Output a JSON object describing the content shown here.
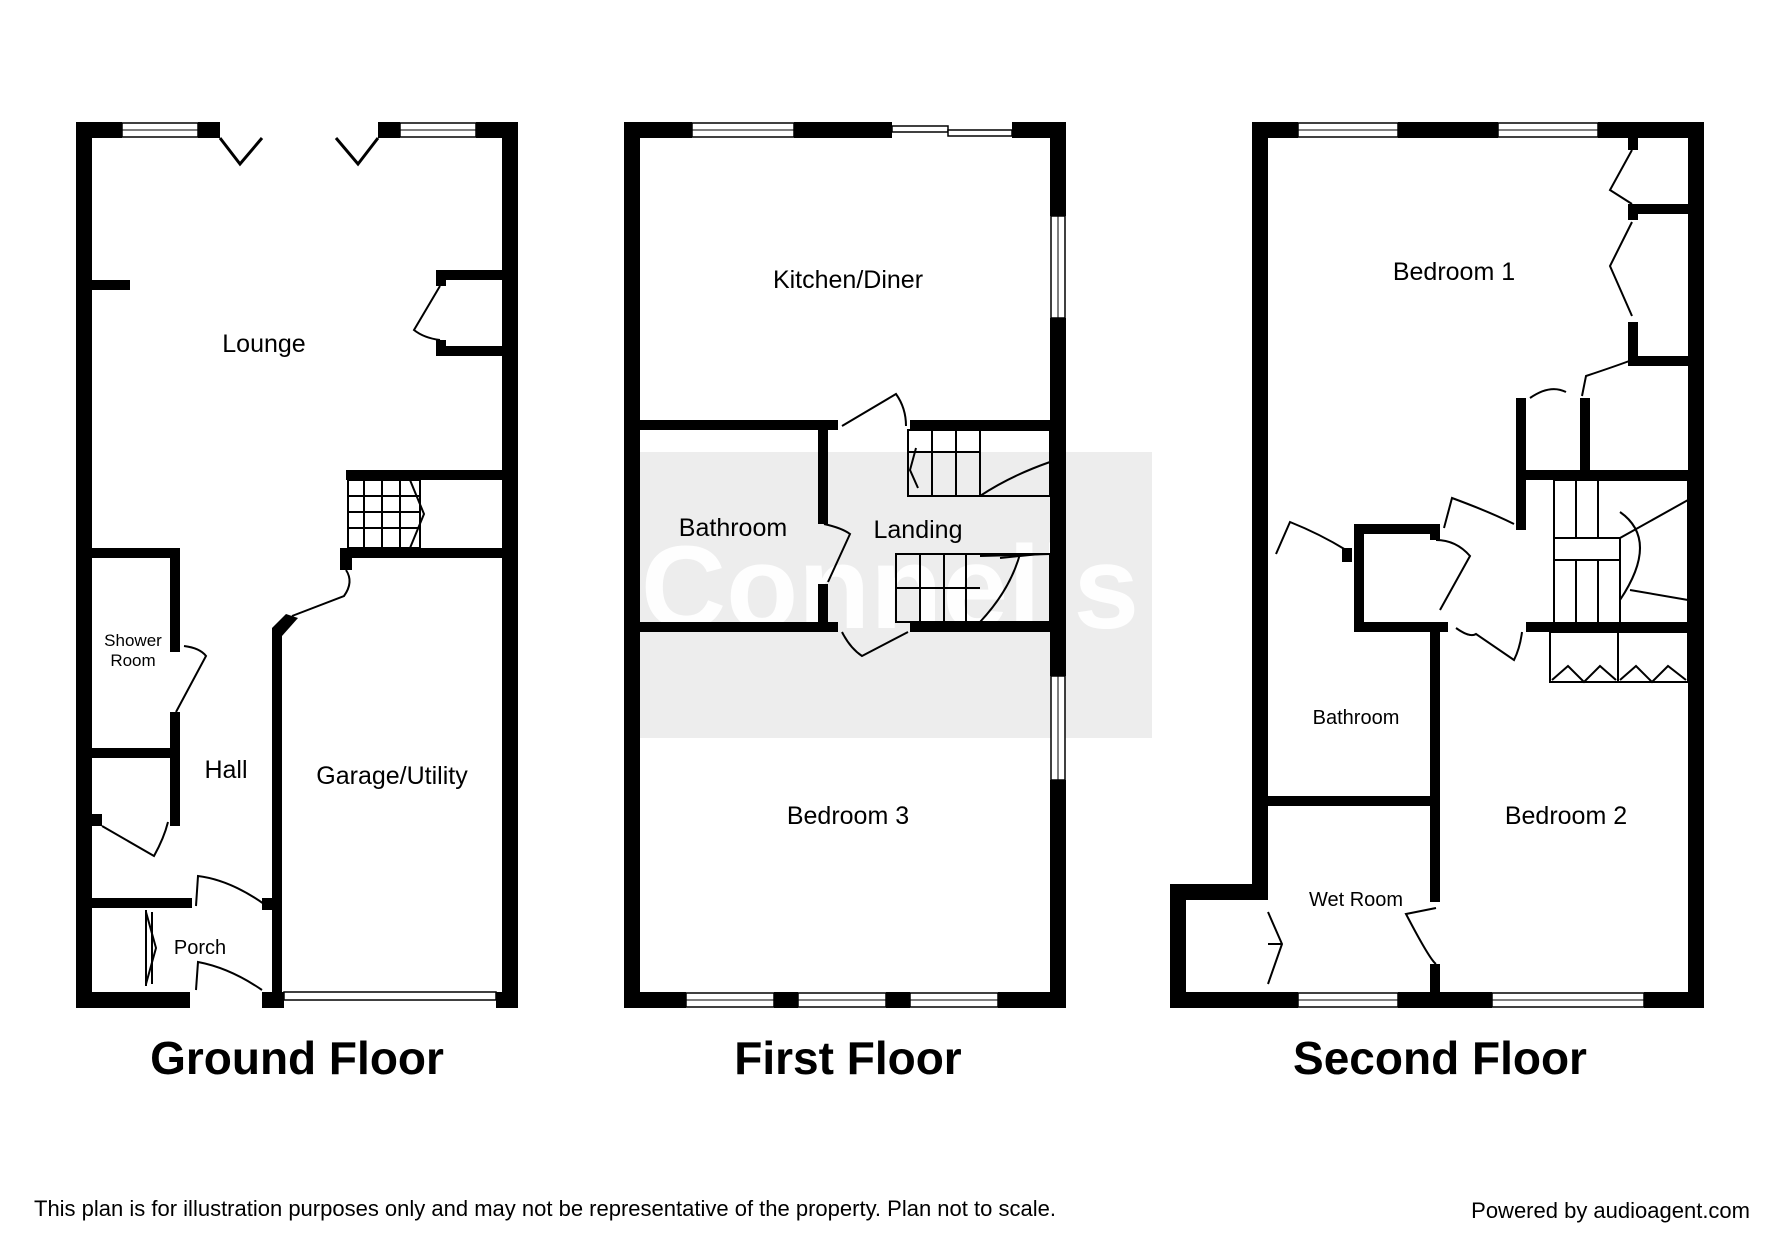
{
  "floors": [
    {
      "title": "Ground Floor",
      "rooms": {
        "lounge": "Lounge",
        "shower_room_1": "Shower",
        "shower_room_2": "Room",
        "hall": "Hall",
        "garage": "Garage/Utility",
        "porch": "Porch"
      }
    },
    {
      "title": "First Floor",
      "rooms": {
        "kitchen": "Kitchen/Diner",
        "bathroom": "Bathroom",
        "landing": "Landing",
        "bedroom3": "Bedroom 3"
      }
    },
    {
      "title": "Second Floor",
      "rooms": {
        "bedroom1": "Bedroom 1",
        "bathroom": "Bathroom",
        "bedroom2": "Bedroom 2",
        "wetroom": "Wet Room"
      }
    }
  ],
  "watermark": "Connells",
  "footer": {
    "disclaimer": "This plan is for illustration purposes only and may not be representative of the property. Plan not to scale.",
    "powered_by": "Powered by audioagent.com"
  }
}
